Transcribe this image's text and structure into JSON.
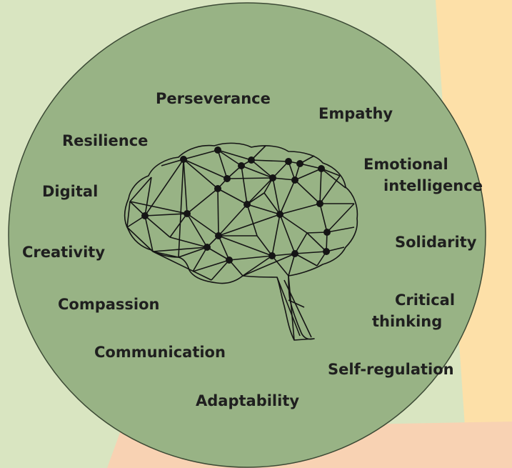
{
  "colors": {
    "background_left": "#d9e5c1",
    "background_top_right": "#fde0a8",
    "background_bottom": "#f8d2b3",
    "circle_fill": "#98b385",
    "circle_outline": "#3c4a35",
    "brain_lines": "#151515"
  },
  "icon": "brain-network-icon",
  "skills": {
    "perseverance": "Perseverance",
    "empathy": "Empathy",
    "resilience": "Resilience",
    "emotional_intelligence": [
      "Emotional",
      "intelligence"
    ],
    "digital": "Digital",
    "solidarity": "Solidarity",
    "creativity": "Creativity",
    "critical_thinking": [
      "Critical",
      "thinking"
    ],
    "compassion": "Compassion",
    "communication": "Communication",
    "self_regulation": "Self-regulation",
    "adaptability": "Adaptability"
  }
}
